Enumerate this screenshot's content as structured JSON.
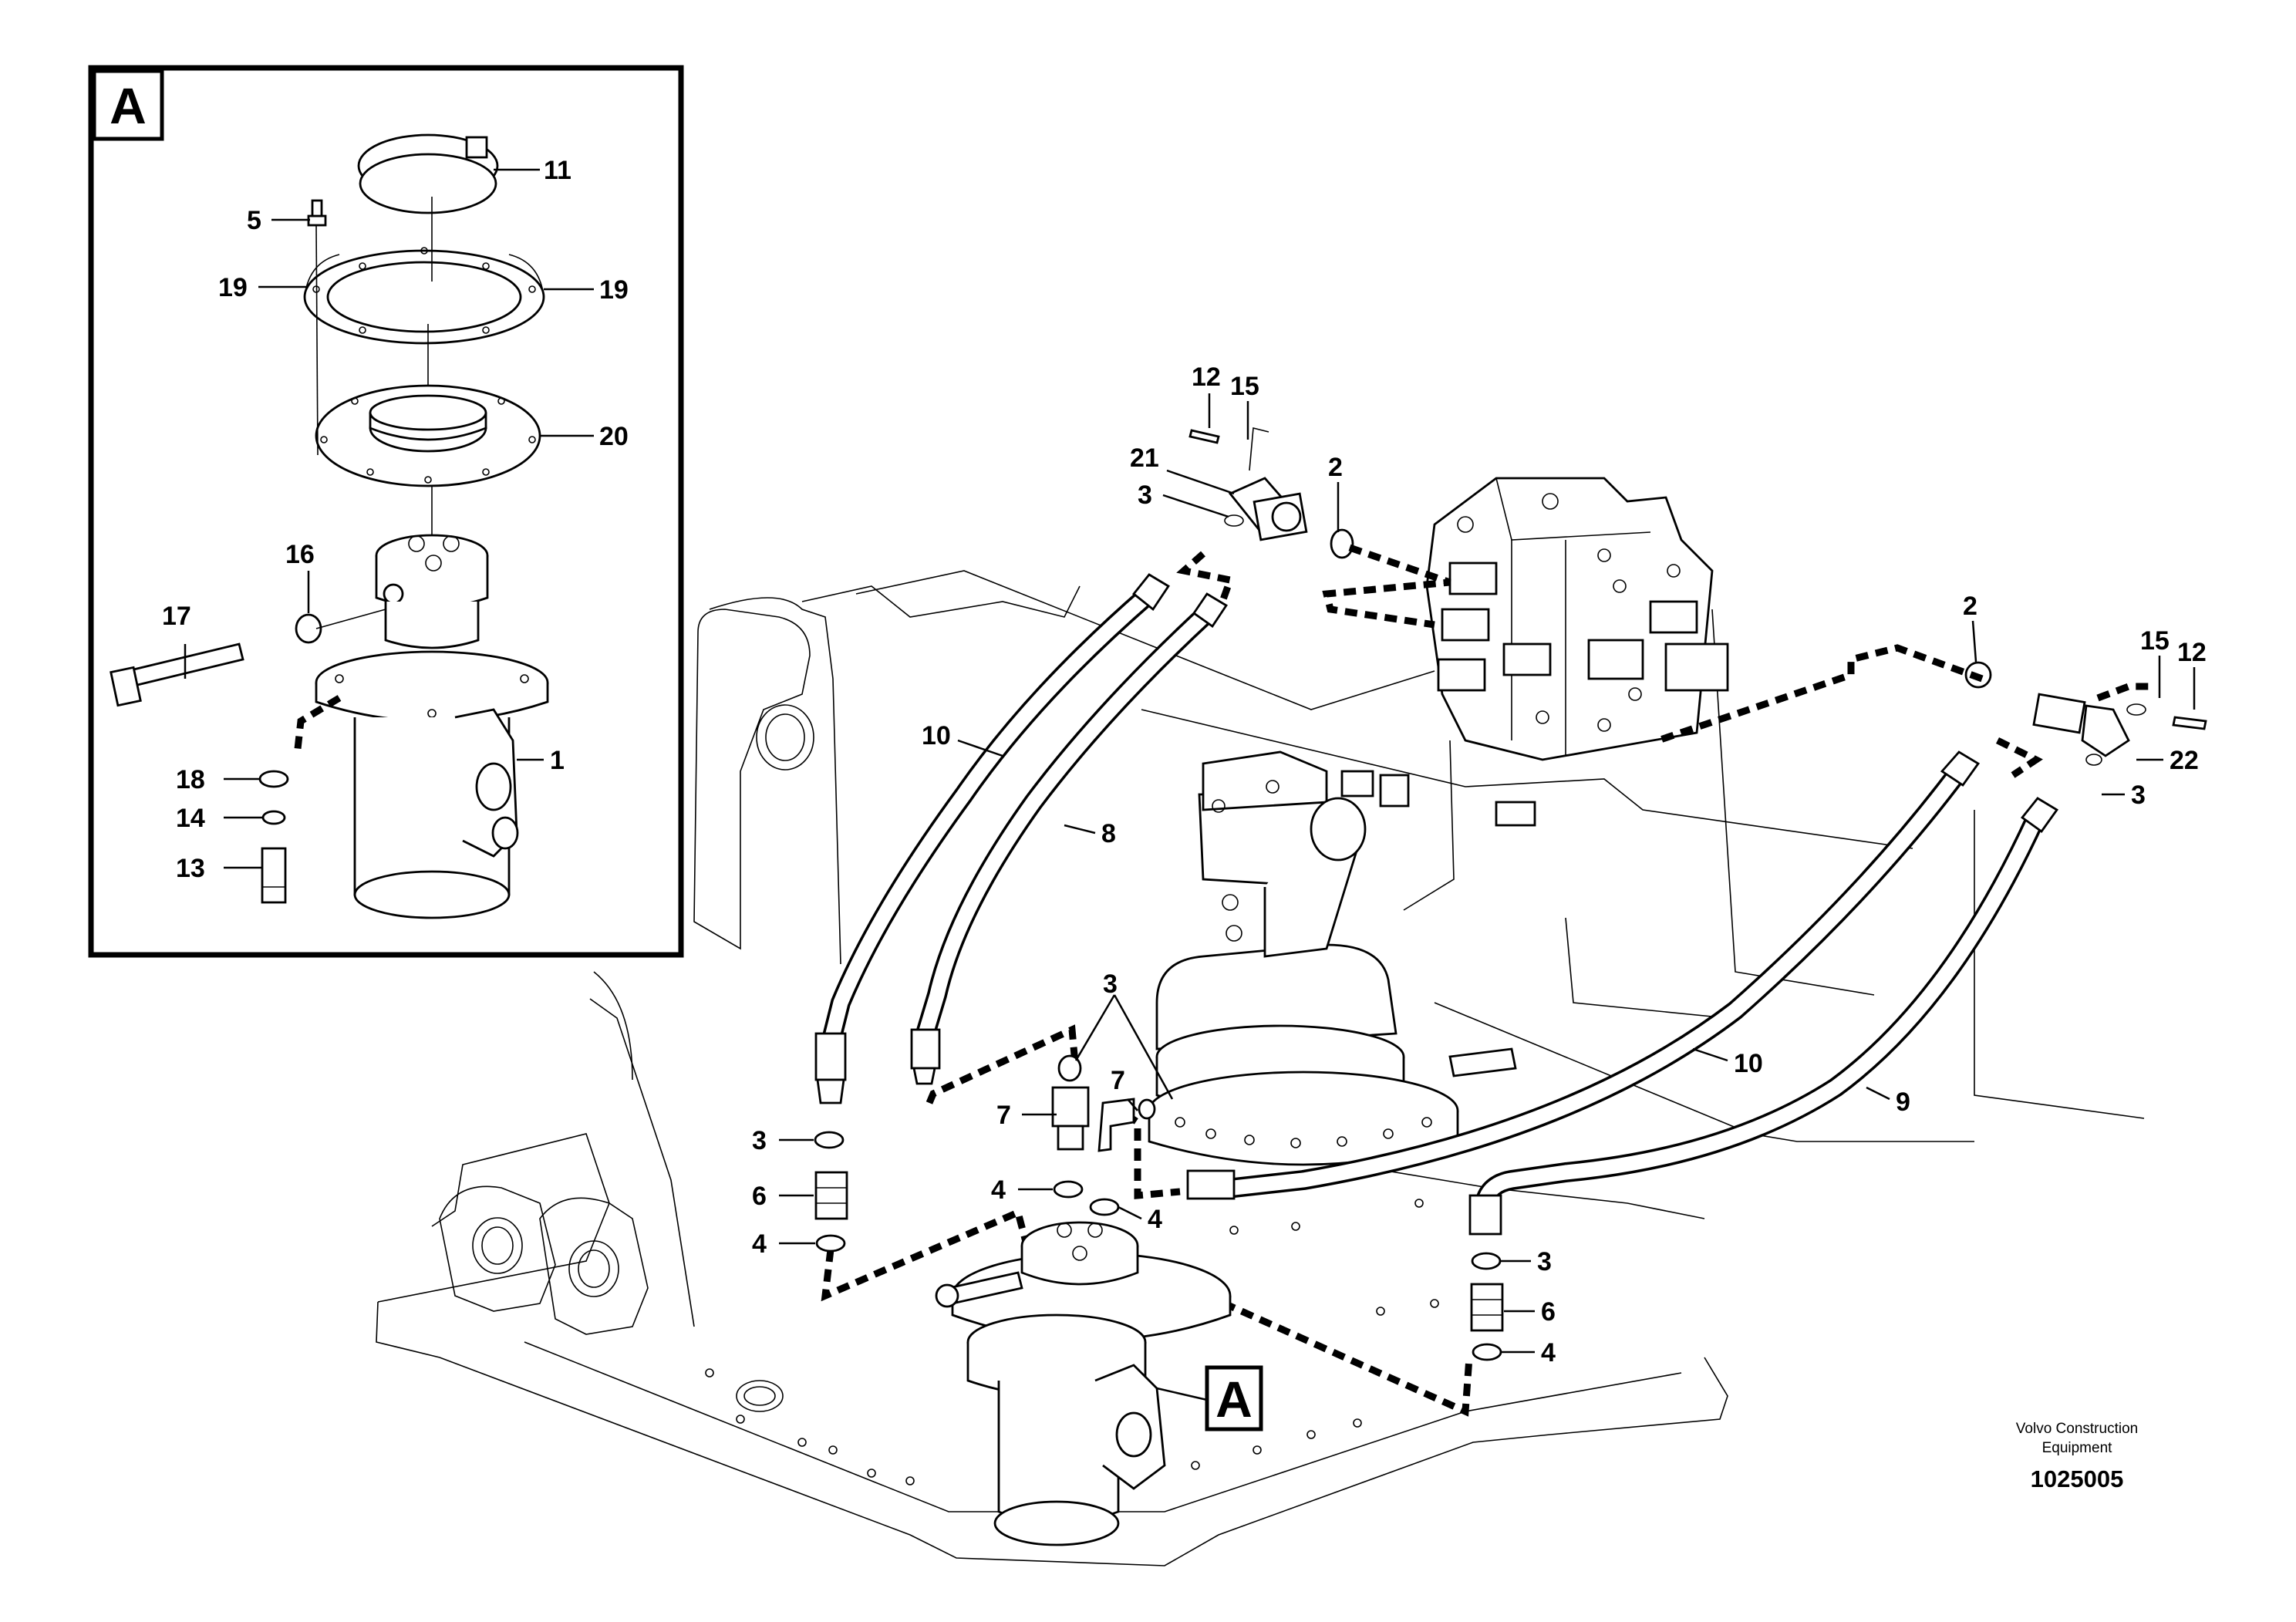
{
  "detail_frame": {
    "label": "A"
  },
  "main_view": {
    "detail_ref_label": "A"
  },
  "callouts": {
    "d_11": "11",
    "d_5": "5",
    "d_19_left": "19",
    "d_19_right": "19",
    "d_20": "20",
    "d_16": "16",
    "d_17": "17",
    "d_1": "1",
    "d_18": "18",
    "d_14": "14",
    "d_13": "13",
    "m_12_left": "12",
    "m_15_left": "15",
    "m_21": "21",
    "m_3_top": "3",
    "m_2_left": "2",
    "m_2_right": "2",
    "m_15_right": "15",
    "m_12_right": "12",
    "m_22": "22",
    "m_3_right": "3",
    "m_10_left": "10",
    "m_8": "8",
    "m_3_center": "3",
    "m_7_left": "7",
    "m_7_right": "7",
    "m_3_left": "3",
    "m_6_left": "6",
    "m_4_left": "4",
    "m_4_center_left": "4",
    "m_4_center_right": "4",
    "m_10_right": "10",
    "m_9": "9",
    "m_3_bottom_right": "3",
    "m_6_right": "6",
    "m_4_bottom_right": "4"
  },
  "footer": {
    "brand_line1": "Volvo Construction",
    "brand_line2": "Equipment",
    "doc_number": "1025005"
  }
}
